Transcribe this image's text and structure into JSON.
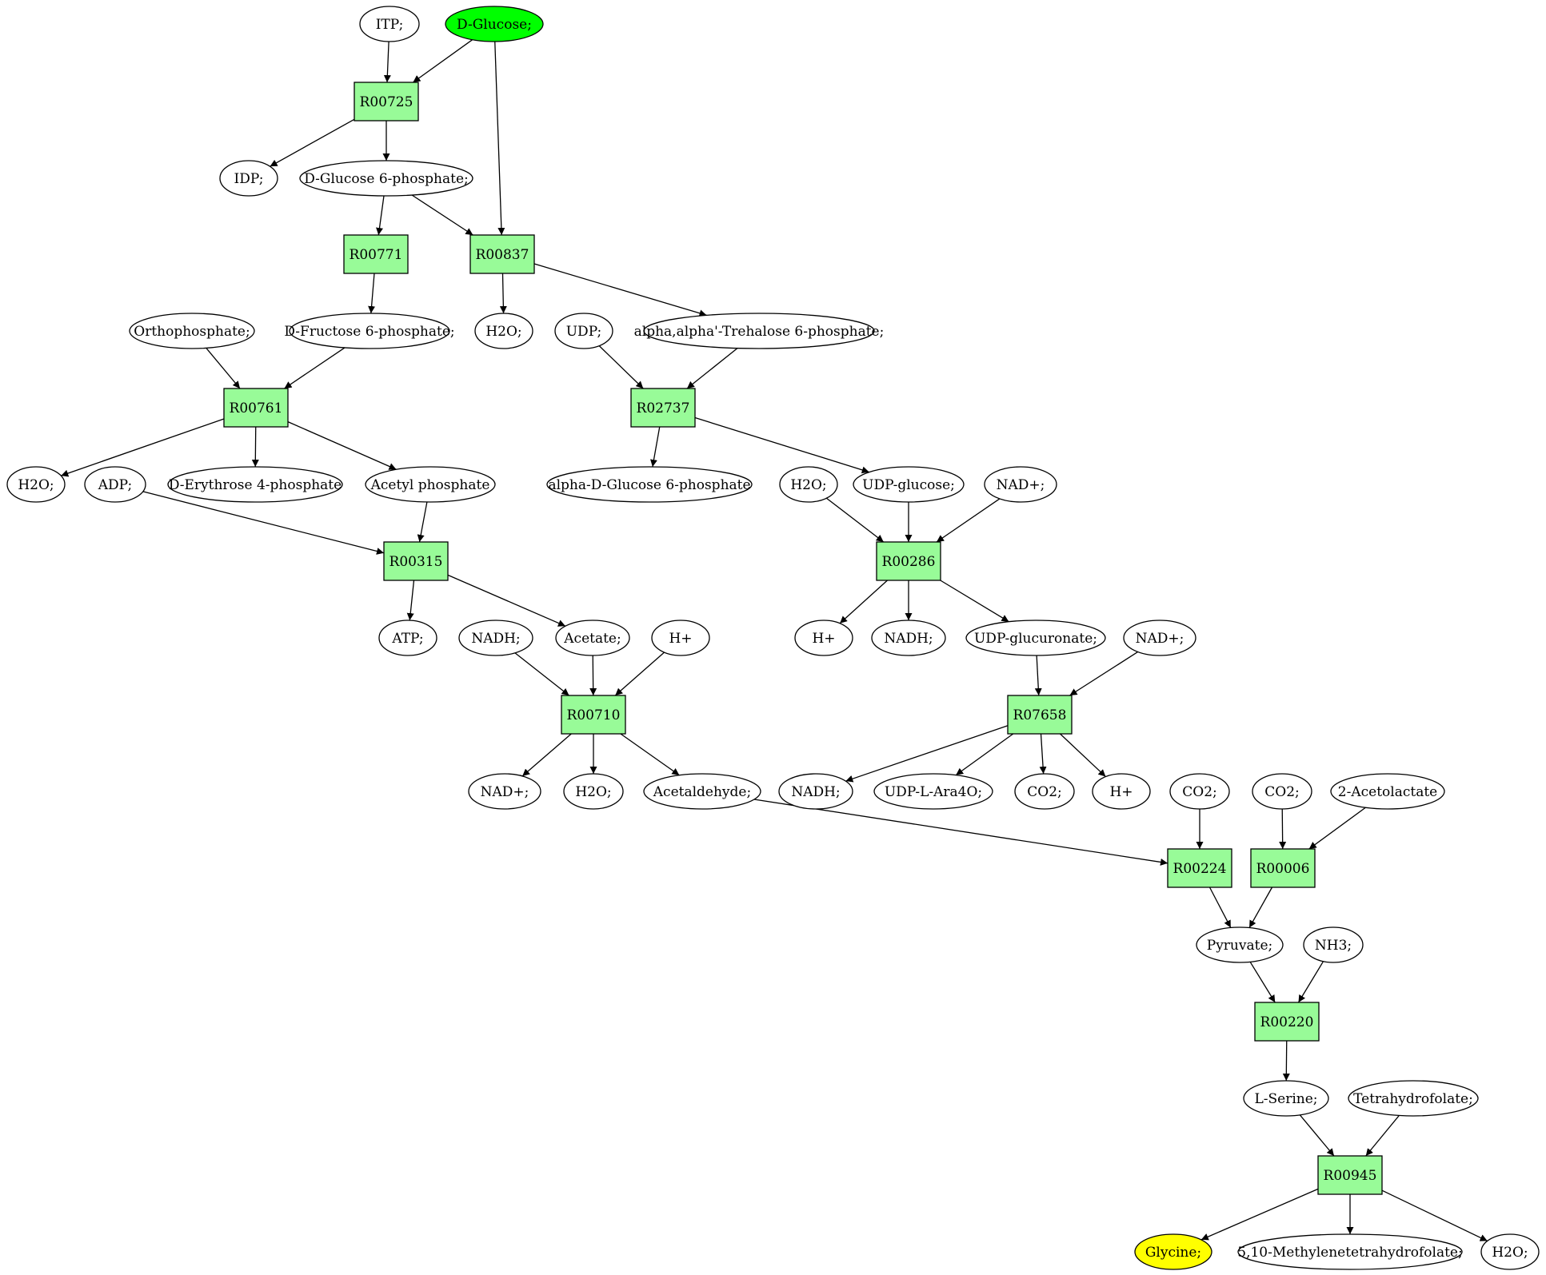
{
  "colors": {
    "reaction_fill": "#98fb98",
    "start_fill": "#00ff00",
    "target_fill": "#ffff00",
    "default_fill": "#ffffff",
    "edge": "#000000"
  },
  "nodes": [
    {
      "id": "itp",
      "label": "ITP;",
      "kind": "compound"
    },
    {
      "id": "dglucose",
      "label": "D-Glucose;",
      "kind": "compound",
      "role": "start"
    },
    {
      "id": "R00725",
      "label": "R00725",
      "kind": "reaction"
    },
    {
      "id": "idp",
      "label": "IDP;",
      "kind": "compound"
    },
    {
      "id": "g6p",
      "label": "D-Glucose 6-phosphate;",
      "kind": "compound"
    },
    {
      "id": "R00771",
      "label": "R00771",
      "kind": "reaction"
    },
    {
      "id": "R00837",
      "label": "R00837",
      "kind": "reaction"
    },
    {
      "id": "orthophosphate",
      "label": "Orthophosphate;",
      "kind": "compound"
    },
    {
      "id": "f6p",
      "label": "D-Fructose 6-phosphate;",
      "kind": "compound"
    },
    {
      "id": "h2o_1",
      "label": "H2O;",
      "kind": "compound"
    },
    {
      "id": "udp",
      "label": "UDP;",
      "kind": "compound"
    },
    {
      "id": "trehalose6p",
      "label": "alpha,alpha'-Trehalose 6-phosphate;",
      "kind": "compound"
    },
    {
      "id": "R00761",
      "label": "R00761",
      "kind": "reaction"
    },
    {
      "id": "R02737",
      "label": "R02737",
      "kind": "reaction"
    },
    {
      "id": "h2o_2",
      "label": "H2O;",
      "kind": "compound"
    },
    {
      "id": "adp",
      "label": "ADP;",
      "kind": "compound"
    },
    {
      "id": "e4p",
      "label": "D-Erythrose 4-phosphate",
      "kind": "compound"
    },
    {
      "id": "acetylp",
      "label": "Acetyl phosphate",
      "kind": "compound"
    },
    {
      "id": "ag6p",
      "label": "alpha-D-Glucose 6-phosphate",
      "kind": "compound"
    },
    {
      "id": "h2o_3",
      "label": "H2O;",
      "kind": "compound"
    },
    {
      "id": "udpglucose",
      "label": "UDP-glucose;",
      "kind": "compound"
    },
    {
      "id": "nadp_1",
      "label": "NAD+;",
      "kind": "compound"
    },
    {
      "id": "R00315",
      "label": "R00315",
      "kind": "reaction"
    },
    {
      "id": "R00286",
      "label": "R00286",
      "kind": "reaction"
    },
    {
      "id": "atp",
      "label": "ATP;",
      "kind": "compound"
    },
    {
      "id": "nadh_1",
      "label": "NADH;",
      "kind": "compound"
    },
    {
      "id": "acetate",
      "label": "Acetate;",
      "kind": "compound"
    },
    {
      "id": "hplus_1",
      "label": "H+",
      "kind": "compound"
    },
    {
      "id": "hplus_2",
      "label": "H+",
      "kind": "compound"
    },
    {
      "id": "nadh_2",
      "label": "NADH;",
      "kind": "compound"
    },
    {
      "id": "udpglucuronate",
      "label": "UDP-glucuronate;",
      "kind": "compound"
    },
    {
      "id": "nadp_2",
      "label": "NAD+;",
      "kind": "compound"
    },
    {
      "id": "R00710",
      "label": "R00710",
      "kind": "reaction"
    },
    {
      "id": "R07658",
      "label": "R07658",
      "kind": "reaction"
    },
    {
      "id": "nadp_3",
      "label": "NAD+;",
      "kind": "compound"
    },
    {
      "id": "h2o_4",
      "label": "H2O;",
      "kind": "compound"
    },
    {
      "id": "acetaldehyde",
      "label": "Acetaldehyde;",
      "kind": "compound"
    },
    {
      "id": "nadh_3",
      "label": "NADH;",
      "kind": "compound"
    },
    {
      "id": "udplara",
      "label": "UDP-L-Ara4O;",
      "kind": "compound"
    },
    {
      "id": "co2_1",
      "label": "CO2;",
      "kind": "compound"
    },
    {
      "id": "hplus_3",
      "label": "H+",
      "kind": "compound"
    },
    {
      "id": "co2_2",
      "label": "CO2;",
      "kind": "compound"
    },
    {
      "id": "co2_3",
      "label": "CO2;",
      "kind": "compound"
    },
    {
      "id": "acetolactate",
      "label": "2-Acetolactate",
      "kind": "compound"
    },
    {
      "id": "R00224",
      "label": "R00224",
      "kind": "reaction"
    },
    {
      "id": "R00006",
      "label": "R00006",
      "kind": "reaction"
    },
    {
      "id": "pyruvate",
      "label": "Pyruvate;",
      "kind": "compound"
    },
    {
      "id": "nh3",
      "label": "NH3;",
      "kind": "compound"
    },
    {
      "id": "R00220",
      "label": "R00220",
      "kind": "reaction"
    },
    {
      "id": "lserine",
      "label": "L-Serine;",
      "kind": "compound"
    },
    {
      "id": "thf",
      "label": "Tetrahydrofolate;",
      "kind": "compound"
    },
    {
      "id": "R00945",
      "label": "R00945",
      "kind": "reaction"
    },
    {
      "id": "glycine",
      "label": "Glycine;",
      "kind": "compound",
      "role": "target"
    },
    {
      "id": "methylenethf",
      "label": "5,10-Methylenetetrahydrofolate;",
      "kind": "compound"
    },
    {
      "id": "h2o_5",
      "label": "H2O;",
      "kind": "compound"
    }
  ],
  "edges": [
    [
      "itp",
      "R00725"
    ],
    [
      "dglucose",
      "R00725"
    ],
    [
      "dglucose",
      "R00837"
    ],
    [
      "R00725",
      "idp"
    ],
    [
      "R00725",
      "g6p"
    ],
    [
      "g6p",
      "R00771"
    ],
    [
      "g6p",
      "R00837"
    ],
    [
      "R00771",
      "f6p"
    ],
    [
      "R00837",
      "h2o_1"
    ],
    [
      "R00837",
      "trehalose6p"
    ],
    [
      "orthophosphate",
      "R00761"
    ],
    [
      "f6p",
      "R00761"
    ],
    [
      "udp",
      "R02737"
    ],
    [
      "trehalose6p",
      "R02737"
    ],
    [
      "R00761",
      "h2o_2"
    ],
    [
      "R00761",
      "e4p"
    ],
    [
      "R00761",
      "acetylp"
    ],
    [
      "R02737",
      "ag6p"
    ],
    [
      "R02737",
      "udpglucose"
    ],
    [
      "adp",
      "R00315"
    ],
    [
      "acetylp",
      "R00315"
    ],
    [
      "h2o_3",
      "R00286"
    ],
    [
      "udpglucose",
      "R00286"
    ],
    [
      "nadp_1",
      "R00286"
    ],
    [
      "R00315",
      "atp"
    ],
    [
      "R00315",
      "acetate"
    ],
    [
      "R00286",
      "hplus_2"
    ],
    [
      "R00286",
      "nadh_2"
    ],
    [
      "R00286",
      "udpglucuronate"
    ],
    [
      "nadh_1",
      "R00710"
    ],
    [
      "acetate",
      "R00710"
    ],
    [
      "hplus_1",
      "R00710"
    ],
    [
      "udpglucuronate",
      "R07658"
    ],
    [
      "nadp_2",
      "R07658"
    ],
    [
      "R00710",
      "nadp_3"
    ],
    [
      "R00710",
      "h2o_4"
    ],
    [
      "R00710",
      "acetaldehyde"
    ],
    [
      "R07658",
      "nadh_3"
    ],
    [
      "R07658",
      "udplara"
    ],
    [
      "R07658",
      "co2_1"
    ],
    [
      "R07658",
      "hplus_3"
    ],
    [
      "acetaldehyde",
      "R00224"
    ],
    [
      "co2_2",
      "R00224"
    ],
    [
      "co2_3",
      "R00006"
    ],
    [
      "acetolactate",
      "R00006"
    ],
    [
      "R00224",
      "pyruvate"
    ],
    [
      "R00006",
      "pyruvate"
    ],
    [
      "pyruvate",
      "R00220"
    ],
    [
      "nh3",
      "R00220"
    ],
    [
      "R00220",
      "lserine"
    ],
    [
      "lserine",
      "R00945"
    ],
    [
      "thf",
      "R00945"
    ],
    [
      "R00945",
      "glycine"
    ],
    [
      "R00945",
      "methylenethf"
    ],
    [
      "R00945",
      "h2o_5"
    ]
  ]
}
